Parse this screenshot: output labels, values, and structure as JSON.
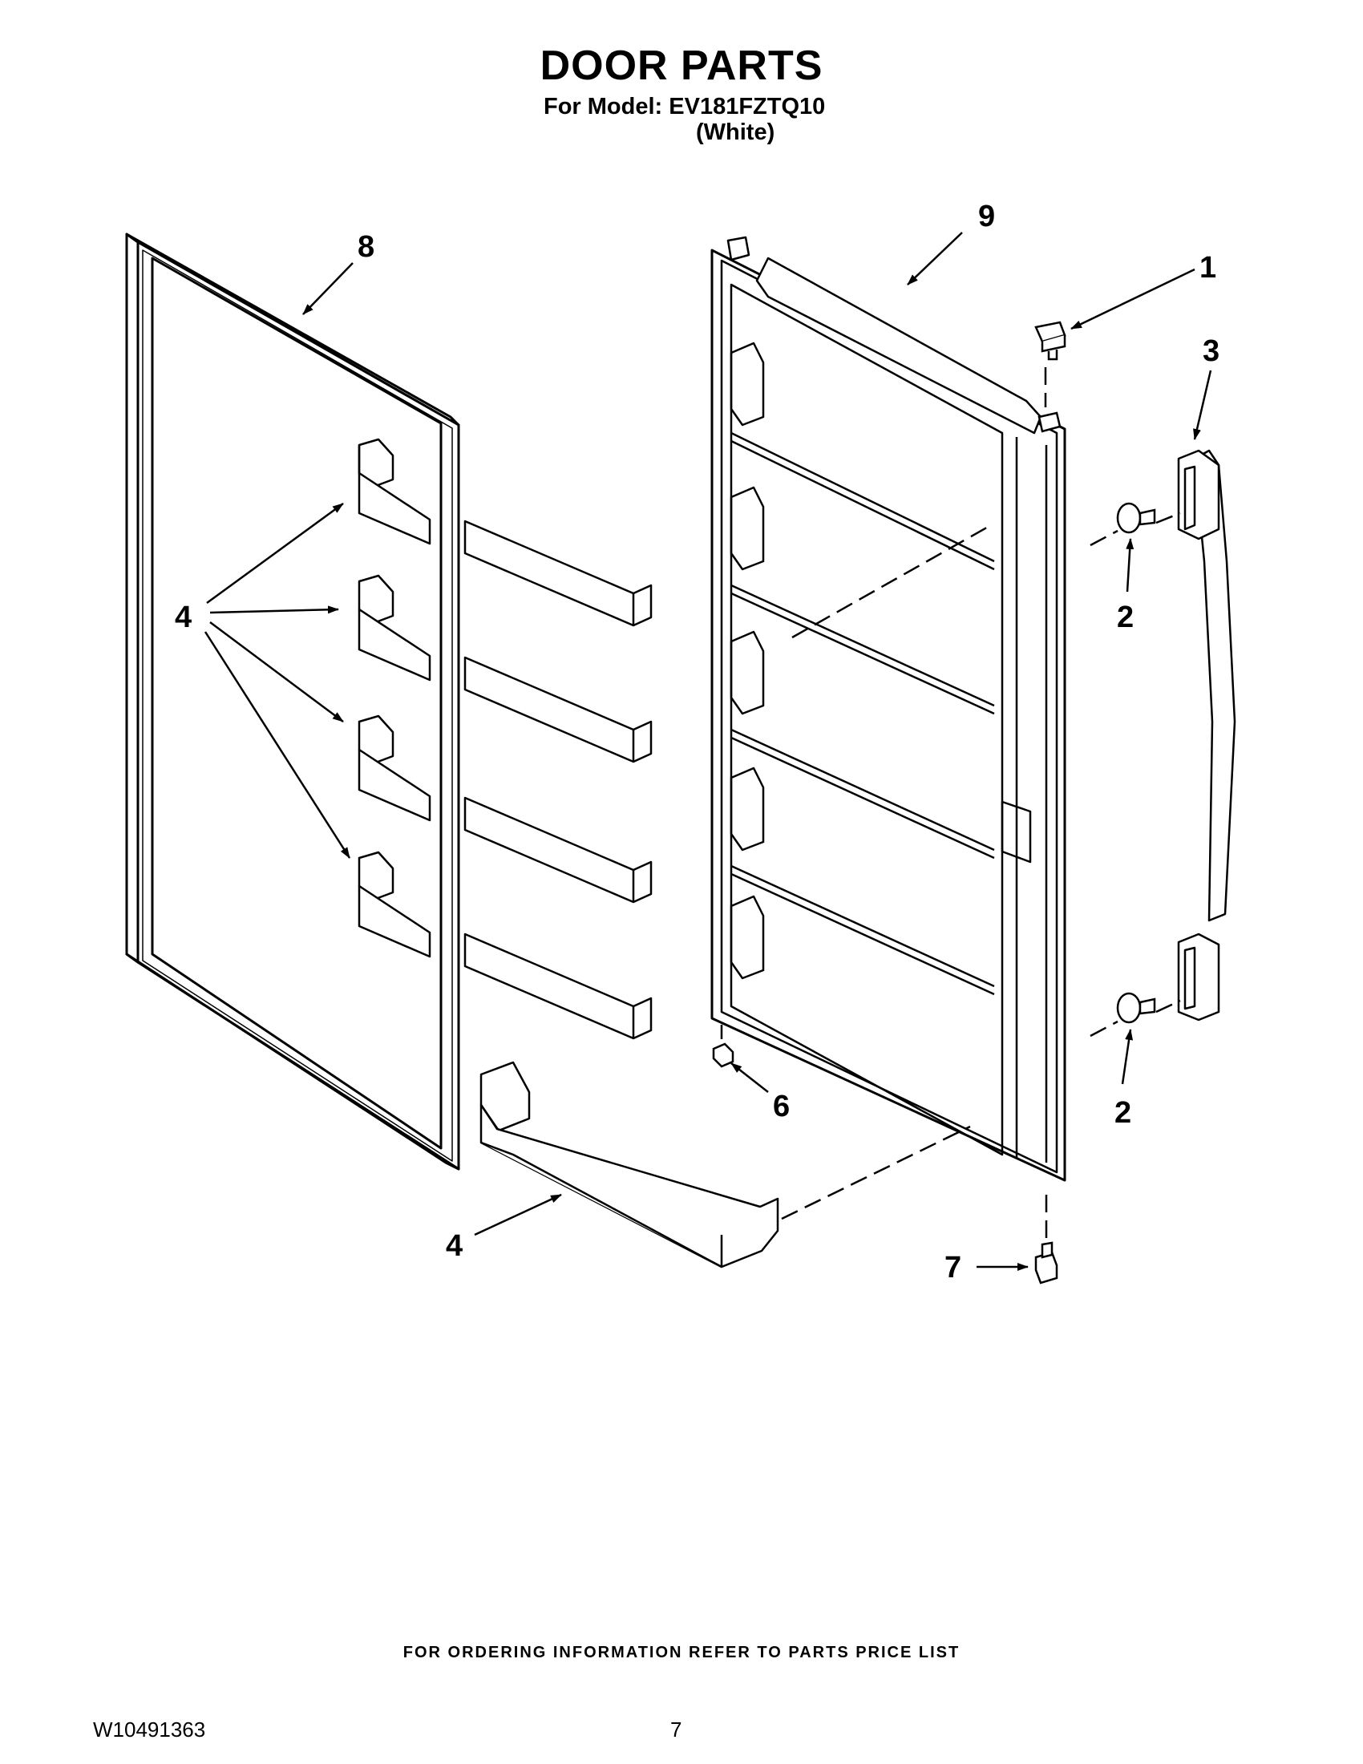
{
  "header": {
    "title": "DOOR PARTS",
    "model_line": "For Model: EV181FZTQ10",
    "color_line": "(White)"
  },
  "callouts": {
    "door_gasket": "8",
    "inner_door_liner": "9",
    "hinge_plug_top": "1",
    "handle": "3",
    "handle_screw_upper": "2",
    "handle_screw_lower": "2",
    "door_bins_group": "4",
    "bottom_door_bin": "4",
    "door_stop": "6",
    "bottom_hinge_bushing": "7"
  },
  "footer": {
    "ordering_info": "FOR ORDERING INFORMATION REFER TO PARTS PRICE LIST",
    "document_number": "W10491363",
    "page_number": "7"
  }
}
